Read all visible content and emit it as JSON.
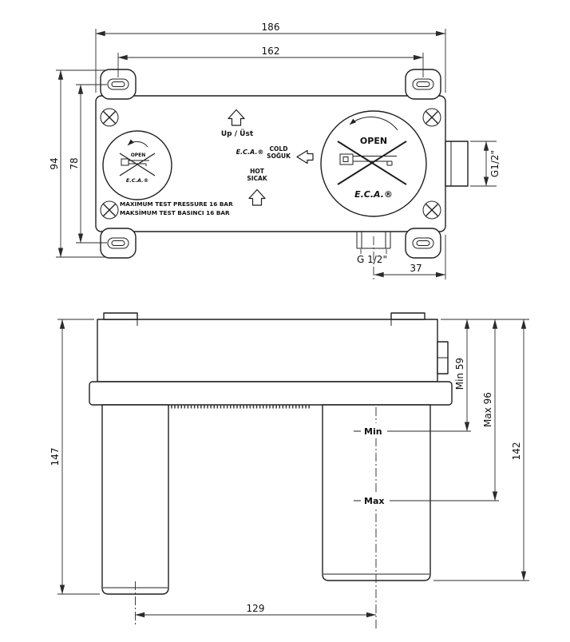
{
  "colors": {
    "ink": "#1f1f1f",
    "dim_ink": "#2b2b2b",
    "bg": "#ffffff"
  },
  "top_view": {
    "dims": {
      "width_outer": "186",
      "width_holes": "162",
      "height_outer": "94",
      "height_holes": "78",
      "port_offset": "37"
    },
    "labels": {
      "up": "Up / Üst",
      "brand": "E.C.A.®",
      "cold_en": "COLD",
      "cold_tr": "SOĞUK",
      "hot_en": "HOT",
      "hot_tr": "SICAK",
      "open": "OPEN",
      "pressure_en": "MAXIMUM TEST PRESSURE 16 BAR",
      "pressure_tr": "MAKSİMUM TEST BASINCI 16 BAR",
      "port_side": "G1/2\"",
      "port_bottom": "G 1/2\""
    }
  },
  "side_view": {
    "dims": {
      "height_left": "147",
      "height_right": "142",
      "depth_min": "Min 59",
      "depth_max": "Max 96",
      "leg_spacing": "129"
    },
    "labels": {
      "min": "Min",
      "max": "Max"
    }
  }
}
